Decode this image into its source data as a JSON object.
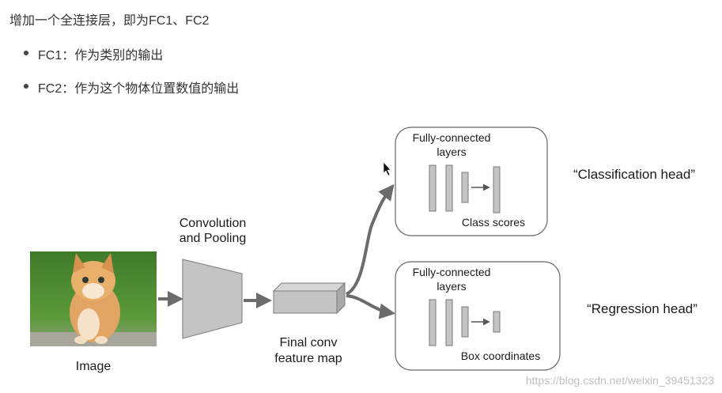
{
  "header": {
    "title": "增加一个全连接层，即为FC1、FC2",
    "bullets": [
      "FC1：作为类别的输出",
      "FC2：作为这个物体位置数值的输出"
    ]
  },
  "diagram": {
    "image_label": "Image",
    "conv_label_line1": "Convolution",
    "conv_label_line2": "and Pooling",
    "feature_label_line1": "Final conv",
    "feature_label_line2": "feature map",
    "top_box": {
      "title_line1": "Fully-connected",
      "title_line2": "layers",
      "caption": "Class scores",
      "head_label": "“Classification head”"
    },
    "bottom_box": {
      "title_line1": "Fully-connected",
      "title_line2": "layers",
      "caption": "Box coordinates",
      "head_label": "“Regression head”"
    },
    "colors": {
      "arrow": "#6b6b6b",
      "block_fill": "#c4c4c4",
      "block_stroke": "#7a7a7a",
      "box_stroke": "#666666"
    }
  },
  "watermark": "https://blog.csdn.net/weixin_39451323"
}
